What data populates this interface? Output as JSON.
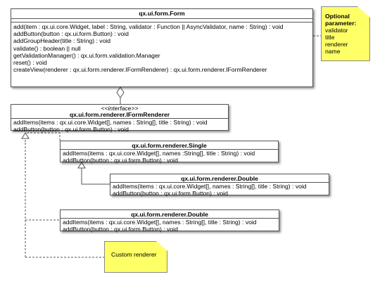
{
  "form": {
    "title": "qx.ui.form.Form",
    "ops": [
      "add(item : qx.ui.core.Widget, label : String, validator : Function || AsyncValidator, name : String) : void",
      "addButton(button : qx.ui.form.Button) : void",
      "addGroupHeader(title : String) : void",
      "validate() : boolean || null",
      "getValidationManager() : qx.ui.form.validation.Manager",
      "reset() : void",
      "createView(renderer : qx.ui.form.renderer.IFormRenderer) : qx.ui.form.renderer.IFormRenderer"
    ]
  },
  "note_optional": {
    "title": "Optional parameter:",
    "items": [
      "validator",
      "title",
      "renderer",
      "name"
    ]
  },
  "iform": {
    "stereotype": "<<interface>>",
    "title": "qx.ui.form.renderer.IFormRenderer",
    "ops": [
      "addItems(items : qx.ui.core.Widget[], names : String[], title : String) : void",
      "addButton(button : qx.ui.form.Button) : void"
    ]
  },
  "single": {
    "title": "qx.ui.form.renderer.Single",
    "ops": [
      "addItems(items : qx.ui.core.Widget[], names :String[], title : String) : void",
      "addButton(button : qx.ui.form.Button) : void"
    ]
  },
  "double_sub": {
    "title": "qx.ui.form.renderer.Double",
    "ops": [
      "addItems(items : qx.ui.core.Widget[], names : String[], title : String) : void",
      "addButton(button : qx.ui.form.Button) : void"
    ]
  },
  "double_impl": {
    "title": "qx.ui.form.renderer.Double",
    "ops": [
      "addItems(items : qx.ui.core.Widget[], names : String[], title : String) : void",
      "addButton(button : qx.ui.form.Button) : void"
    ]
  },
  "note_custom": {
    "text": "Custom renderer"
  }
}
